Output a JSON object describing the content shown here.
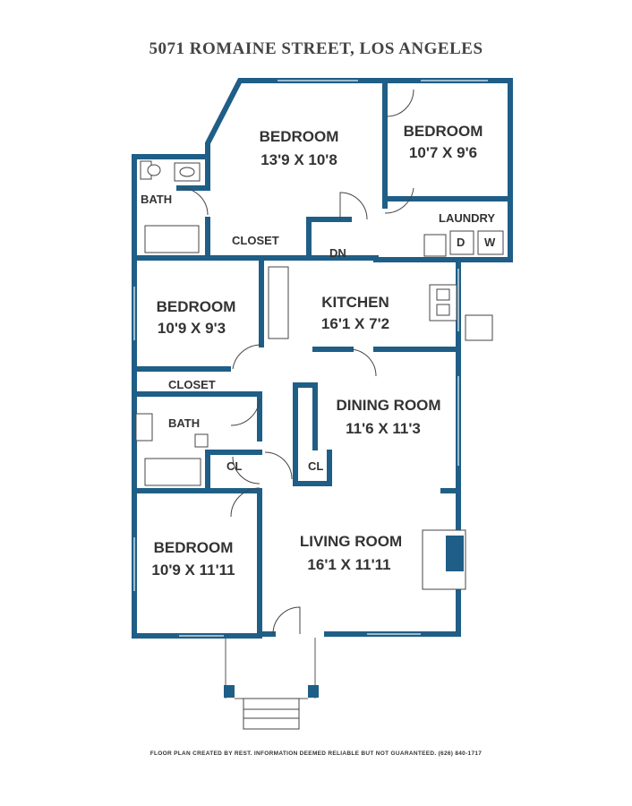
{
  "title": "5071 ROMAINE STREET, LOS ANGELES",
  "rooms": {
    "bedroom1": {
      "name": "BEDROOM",
      "size": "13'9 X 10'8"
    },
    "bedroom2": {
      "name": "BEDROOM",
      "size": "10'7 X 9'6"
    },
    "bedroom3": {
      "name": "BEDROOM",
      "size": "10'9 X 9'3"
    },
    "bedroom4": {
      "name": "BEDROOM",
      "size": "10'9 X 11'11"
    },
    "kitchen": {
      "name": "KITCHEN",
      "size": "16'1 X 7'2"
    },
    "dining": {
      "name": "DINING ROOM",
      "size": "11'6 X 11'3"
    },
    "living": {
      "name": "LIVING ROOM",
      "size": "16'1 X 11'11"
    }
  },
  "labels": {
    "bath1": "BATH",
    "bath2": "BATH",
    "closet1": "CLOSET",
    "closet2": "CLOSET",
    "laundry": "LAUNDRY",
    "dn": "DN",
    "cl1": "CL",
    "cl2": "CL",
    "dryer": "D",
    "washer": "W"
  },
  "footer": "FLOOR PLAN CREATED BY REST. INFORMATION DEEMED RELIABLE BUT NOT GUARANTEED. (626) 840-1717",
  "colors": {
    "wall": "#1f5e86"
  }
}
